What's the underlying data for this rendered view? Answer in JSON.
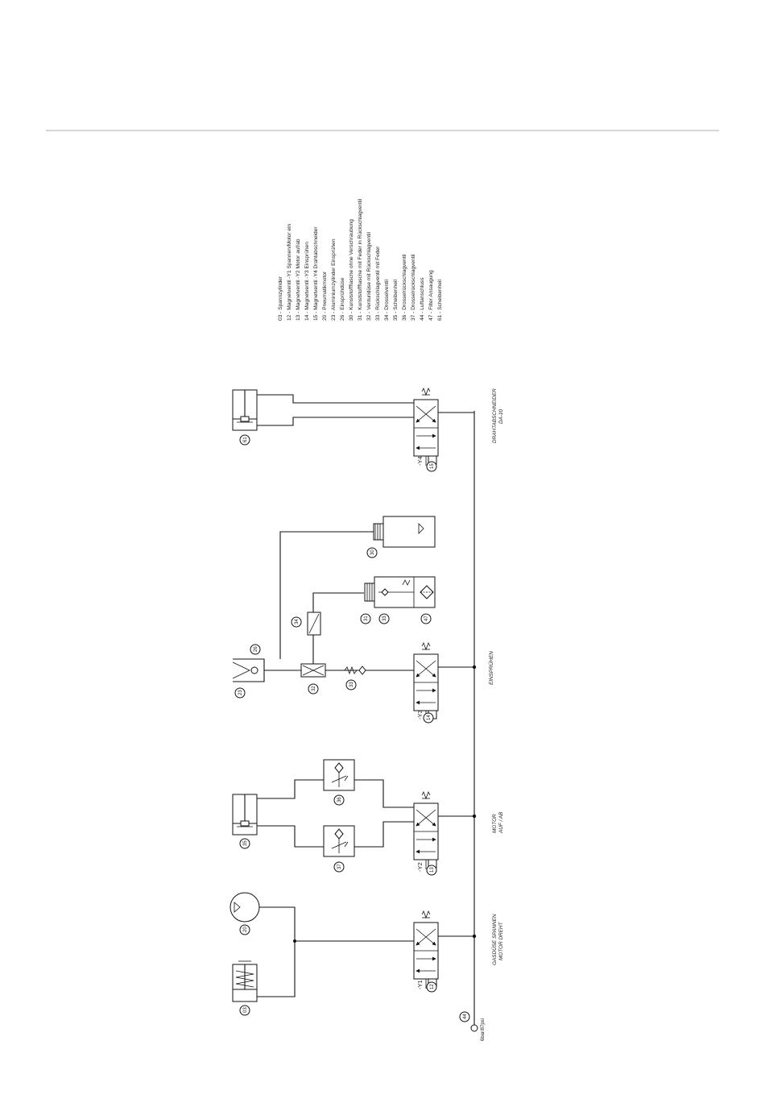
{
  "legend": [
    "03 - Spannzylinder",
    "12 - Magnetventil -Y1 Spannen/Motor ein",
    "13 - Magnetventil -Y2 Motor auf/ab",
    "14 - Magnetventil -Y3 Einsprühen",
    "15 - Magnetventil -Y4 Drahtabschneider",
    "20 - Pneumatikmotor",
    "23 - Aluminiumzylinder Einsprühen",
    "26 - Einsprühdüse",
    "30 - Kunststoffflasche ohne Verschraubung",
    "31 - Kunststoffflasche mit Feder in Rückschlagventil",
    "32 - Venturidüse mit Rückschlagventil",
    "33 - Rückschlagventil mit Feder",
    "34 - Drosselventil",
    "35 - Scheibenheil",
    "36 - Drosselrückschlagventil",
    "37 - Drosselrückschlagventil",
    "44 - Luftanschluss",
    "47 - Filter Ansaugung",
    "61 - Scheibenheil"
  ],
  "sections": {
    "s1_line1": "GASDÜSE SPANNEN",
    "s1_line2": "MOTOR DREHT",
    "s2_line1": "MOTOR",
    "s2_line2": "AUF / AB",
    "s3_line1": "EINSPRÜHEN",
    "s4_line1": "DRAHTABSCHNEIDER",
    "s4_line2": "DA-10"
  },
  "valve_ids": {
    "y1": "-Y1",
    "y2": "-Y2",
    "y3": "-Y3",
    "y4": "-Y4"
  },
  "part_numbers": {
    "n03": "03",
    "n12": "12",
    "n13": "13",
    "n14": "14",
    "n15": "15",
    "n20": "20",
    "n23": "23",
    "n26": "26",
    "n30": "30",
    "n31": "31",
    "n32": "32",
    "n33": "33",
    "n34": "34",
    "n35": "35",
    "n36": "36",
    "n37": "37",
    "n44": "44",
    "n47": "47",
    "n61": "61"
  },
  "supply": {
    "pressure": "6bar/87psi"
  },
  "colors": {
    "line": "#111111",
    "rule": "#c8c8c8"
  }
}
